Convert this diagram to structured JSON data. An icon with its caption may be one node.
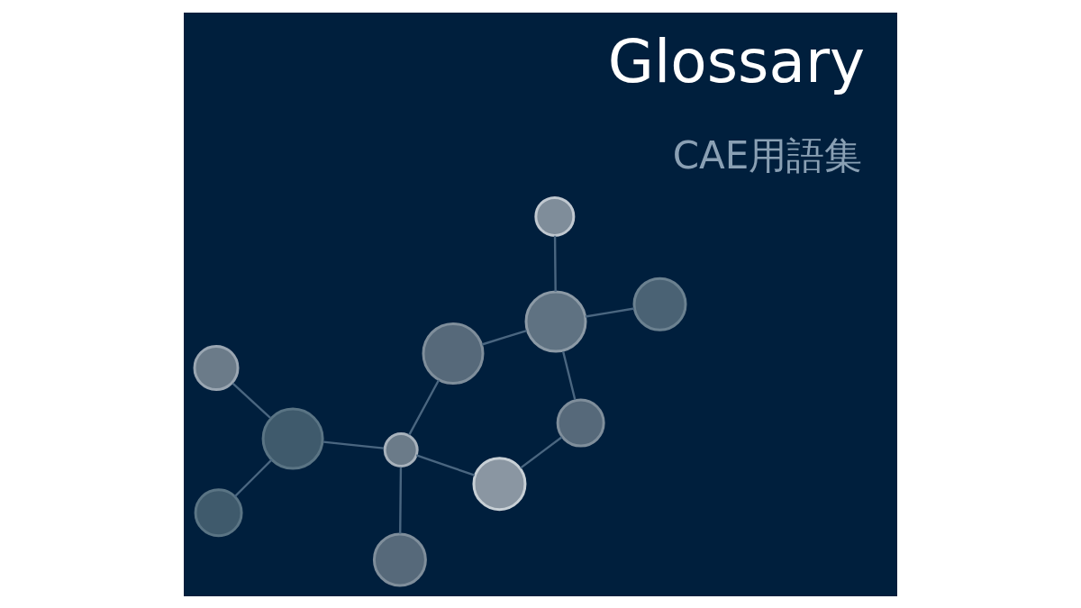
{
  "diagram": {
    "title": "Glossary",
    "nodes": [
      {
        "text": [],
        "shape": "circle"
      },
      {
        "text": [],
        "shape": "circle"
      },
      {
        "text": [],
        "shape": "circle"
      },
      {
        "text": [],
        "shape": "circle"
      },
      {
        "text": [],
        "shape": "circle"
      },
      {
        "text": [],
        "shape": "circle"
      },
      {
        "text": [],
        "shape": "circle"
      },
      {
        "text": [],
        "shape": "circle"
      },
      {
        "text": [],
        "shape": "circle"
      },
      {
        "text": [],
        "shape": "circle"
      },
      {
        "text": [],
        "shape": "circle"
      }
    ],
    "edges": [
      {
        "from": 0,
        "to": 3,
        "arrow": "none"
      },
      {
        "from": 0,
        "to": 4,
        "arrow": "none"
      },
      {
        "from": 0,
        "to": 2,
        "arrow": "none"
      },
      {
        "from": 1,
        "to": 5,
        "arrow": "none"
      },
      {
        "from": 5,
        "to": 8,
        "arrow": "none"
      },
      {
        "from": 5,
        "to": 10,
        "arrow": "none"
      },
      {
        "from": 5,
        "to": 6,
        "arrow": "none"
      },
      {
        "from": 6,
        "to": 9,
        "arrow": "none"
      },
      {
        "from": 4,
        "to": 7,
        "arrow": "none"
      },
      {
        "from": 4,
        "to": 8,
        "arrow": "none"
      },
      {
        "from": 4,
        "to": 9,
        "arrow": "none"
      }
    ],
    "labels": [
      "CAE用語集"
    ]
  }
}
